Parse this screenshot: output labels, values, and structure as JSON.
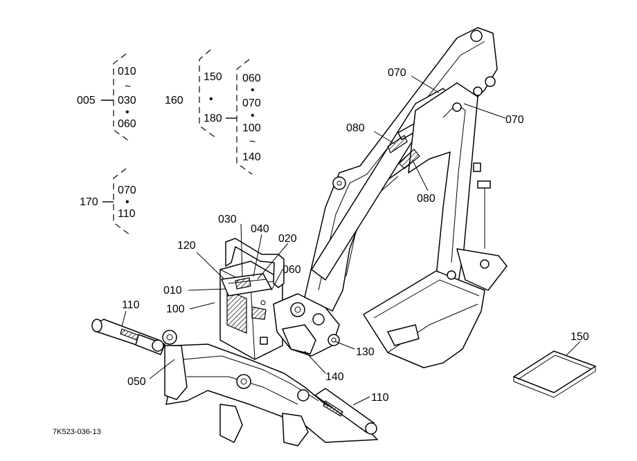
{
  "drawing_ref": "7K523-036-13",
  "groups": [
    {
      "key": "g005",
      "code": "005",
      "items": [
        "010",
        "~",
        "030",
        "•",
        "060"
      ]
    },
    {
      "key": "g160",
      "code": "160",
      "items_a": [
        "150",
        "•",
        "180"
      ],
      "items_b": [
        "060",
        "•",
        "070",
        "•",
        "100",
        "~",
        "140"
      ]
    },
    {
      "key": "g170",
      "code": "170",
      "items": [
        "070",
        "•",
        "110"
      ]
    }
  ],
  "callouts": {
    "c070_top": "070",
    "c070_right": "070",
    "c080_left": "080",
    "c080_right": "080",
    "c030": "030",
    "c040": "040",
    "c020": "020",
    "c120": "120",
    "c060": "060",
    "c010": "010",
    "c100": "100",
    "c110_left": "110",
    "c130": "130",
    "c140": "140",
    "c150": "150",
    "c050": "050",
    "c110_bottom": "110"
  }
}
